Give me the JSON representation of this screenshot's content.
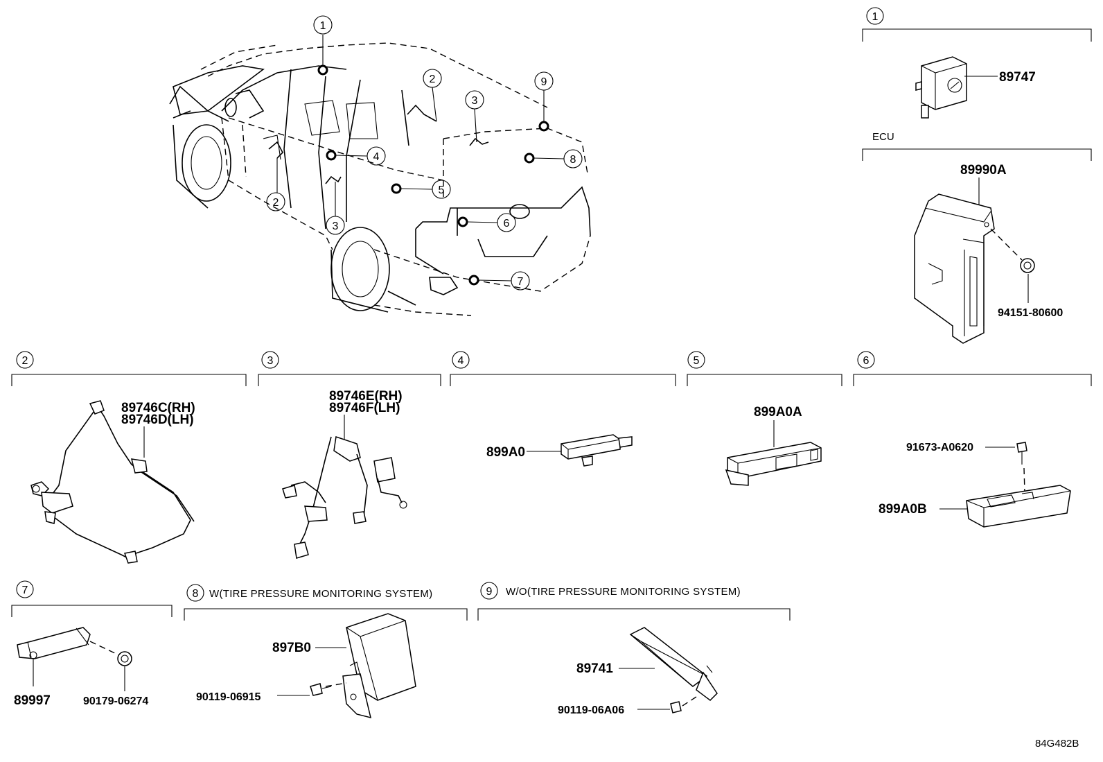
{
  "vehicle": {
    "callouts": [
      {
        "n": "1"
      },
      {
        "n": "2"
      },
      {
        "n": "3"
      },
      {
        "n": "4"
      },
      {
        "n": "5"
      },
      {
        "n": "6"
      },
      {
        "n": "7"
      },
      {
        "n": "8"
      },
      {
        "n": "9"
      },
      {
        "n": "2"
      },
      {
        "n": "3"
      }
    ]
  },
  "sections": {
    "s1": {
      "num": "1",
      "parts": [
        "89747"
      ]
    },
    "ecu": {
      "label": "ECU",
      "parts": [
        "89990A",
        "94151-80600"
      ]
    },
    "s2": {
      "num": "2",
      "parts": [
        "89746C(RH)",
        "89746D(LH)"
      ]
    },
    "s3": {
      "num": "3",
      "parts": [
        "89746E(RH)",
        "89746F(LH)"
      ]
    },
    "s4": {
      "num": "4",
      "parts": [
        "899A0"
      ]
    },
    "s5": {
      "num": "5",
      "parts": [
        "899A0A"
      ]
    },
    "s6": {
      "num": "6",
      "parts": [
        "91673-A0620",
        "899A0B"
      ]
    },
    "s7": {
      "num": "7",
      "parts": [
        "89997",
        "90179-06274"
      ]
    },
    "s8": {
      "num": "8",
      "label": "W(TIRE PRESSURE MONITORING SYSTEM)",
      "parts": [
        "897B0",
        "90119-06915"
      ]
    },
    "s9": {
      "num": "9",
      "label": "W/O(TIRE PRESSURE MONITORING SYSTEM)",
      "parts": [
        "89741",
        "90119-06A06"
      ]
    }
  },
  "reference": "84G482B"
}
